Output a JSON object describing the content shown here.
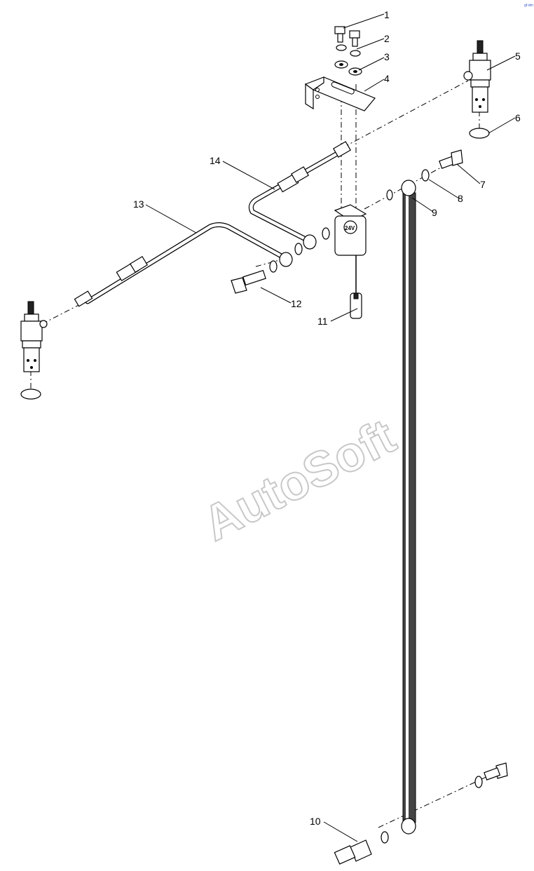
{
  "watermark": "AutoSoft",
  "corner_tag": "gf-dm",
  "callouts": [
    {
      "id": "1",
      "label": "1"
    },
    {
      "id": "2",
      "label": "2"
    },
    {
      "id": "3",
      "label": "3"
    },
    {
      "id": "4",
      "label": "4"
    },
    {
      "id": "5",
      "label": "5"
    },
    {
      "id": "6",
      "label": "6"
    },
    {
      "id": "7",
      "label": "7"
    },
    {
      "id": "8",
      "label": "8"
    },
    {
      "id": "9",
      "label": "9"
    },
    {
      "id": "10",
      "label": "10"
    },
    {
      "id": "11",
      "label": "11"
    },
    {
      "id": "12",
      "label": "12"
    },
    {
      "id": "13",
      "label": "13"
    },
    {
      "id": "14",
      "label": "14"
    }
  ],
  "valve_marking": "24V"
}
